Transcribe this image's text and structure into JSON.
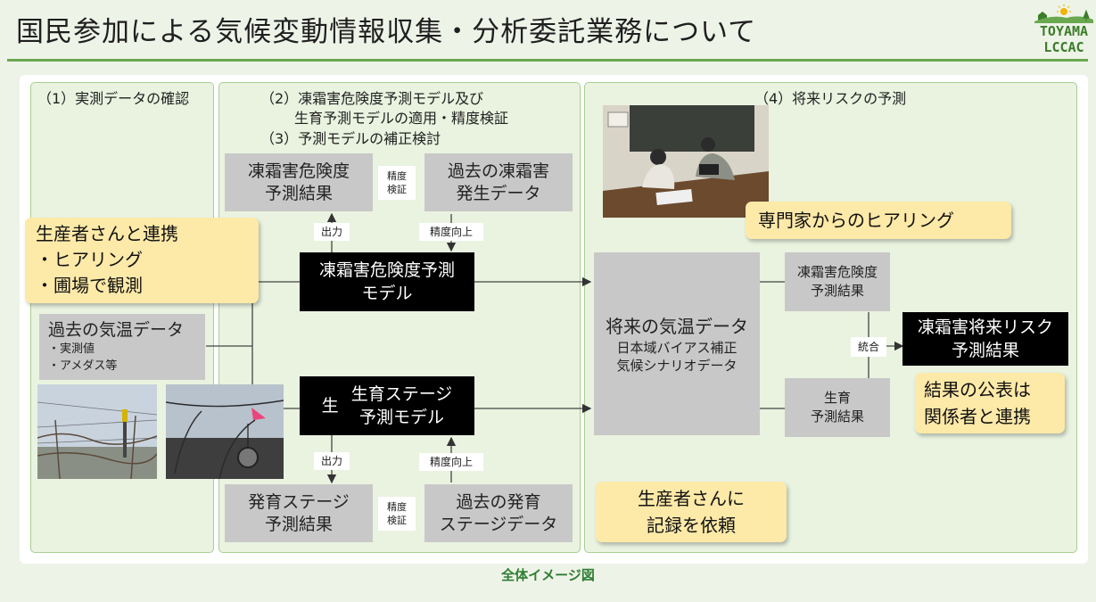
{
  "title": "国民参加による気候変動情報収集・分析委託業務について",
  "logo": {
    "line1": "TOYAMA",
    "line2": "LCCAC"
  },
  "colors": {
    "accent": "#6aa84f",
    "panel_bg": "#e9f3e0",
    "callout_bg": "#fde9a8",
    "gray_box": "#c8c8c8"
  },
  "panel1": {
    "title": "（1）実測データの確認",
    "past_temp": {
      "title": "過去の気温データ",
      "item1": "・実測値",
      "item2": "・アメダス等"
    },
    "photos": [
      "orchard-sensor-photo",
      "sensor-device-photo"
    ]
  },
  "panel2": {
    "title_line1": "（2）凍霜害危険度予測モデル及び",
    "title_line2": "生育予測モデルの適用・精度検証",
    "title_line3": "（3）予測モデルの補正検討",
    "frost_result": {
      "line1": "凍霜害危険度",
      "line2": "予測結果"
    },
    "past_frost": {
      "line1": "過去の凍霜害",
      "line2": "発生データ"
    },
    "verify_top": {
      "line1": "精度",
      "line2": "検証"
    },
    "output_top": "出力",
    "improve_top": "精度向上",
    "frost_model": {
      "line1": "凍霜害危険度予測",
      "line2": "モデル"
    },
    "growth_model": {
      "prefix": "生",
      "line1": "生育ステージ",
      "line2": "予測モデル"
    },
    "output_bottom": "出力",
    "improve_bottom": "精度向上",
    "growth_result": {
      "line1": "発育ステージ",
      "line2": "予測結果"
    },
    "verify_bottom": {
      "line1": "精度",
      "line2": "検証"
    },
    "past_growth": {
      "line1": "過去の発育",
      "line2": "ステージデータ"
    }
  },
  "panel3": {
    "title": "（4）将来リスクの予測",
    "photo": "expert-hearing-photo",
    "future_temp": {
      "title": "将来の気温データ",
      "line1": "日本域バイアス補正",
      "line2": "気候シナリオデータ"
    },
    "frost_risk_result": {
      "line1": "凍霜害危険度",
      "line2": "予測結果"
    },
    "growth_result": {
      "line1": "生育",
      "line2": "予測結果"
    },
    "integrate": "統合",
    "future_risk": {
      "line1": "凍霜害将来リスク",
      "line2": "予測結果"
    }
  },
  "callouts": {
    "producer": {
      "line1": "生産者さんと連携",
      "line2": "・ヒアリング",
      "line3": "・圃場で観測"
    },
    "expert": "専門家からのヒアリング",
    "publish": {
      "line1": "結果の公表は",
      "line2": "関係者と連携"
    },
    "record": {
      "line1": "生産者さんに",
      "line2": "記録を依頼"
    }
  },
  "caption": "全体イメージ図"
}
